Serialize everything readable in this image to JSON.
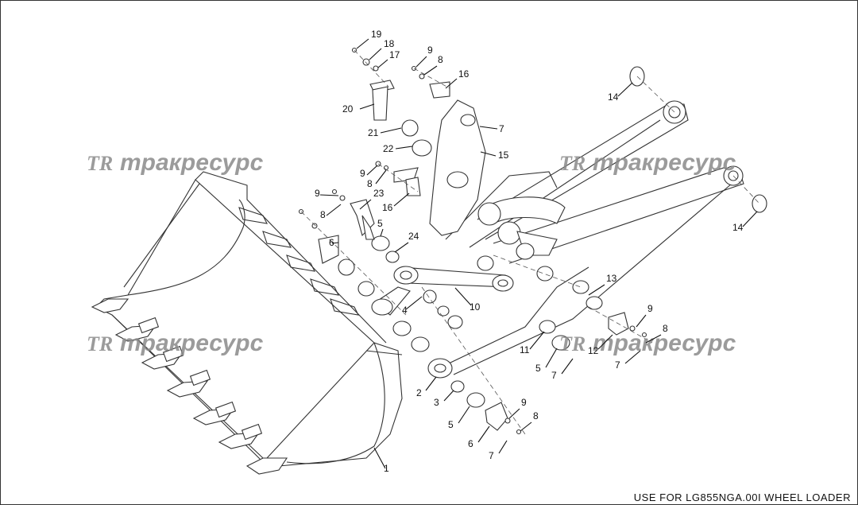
{
  "footer_text": "USE  FOR  LG855NGA.00I WHEEL LOADER",
  "watermark": {
    "logo": "TR",
    "text": "тракресурс"
  },
  "callouts": [
    "19",
    "18",
    "17",
    "20",
    "21",
    "22",
    "9",
    "8",
    "16",
    "7",
    "15",
    "14",
    "14",
    "9",
    "8",
    "9",
    "8",
    "23",
    "16",
    "6",
    "5",
    "24",
    "4",
    "10",
    "13",
    "11",
    "5",
    "7",
    "12",
    "9",
    "8",
    "7",
    "2",
    "3",
    "5",
    "6",
    "9",
    "8",
    "7",
    "1"
  ]
}
